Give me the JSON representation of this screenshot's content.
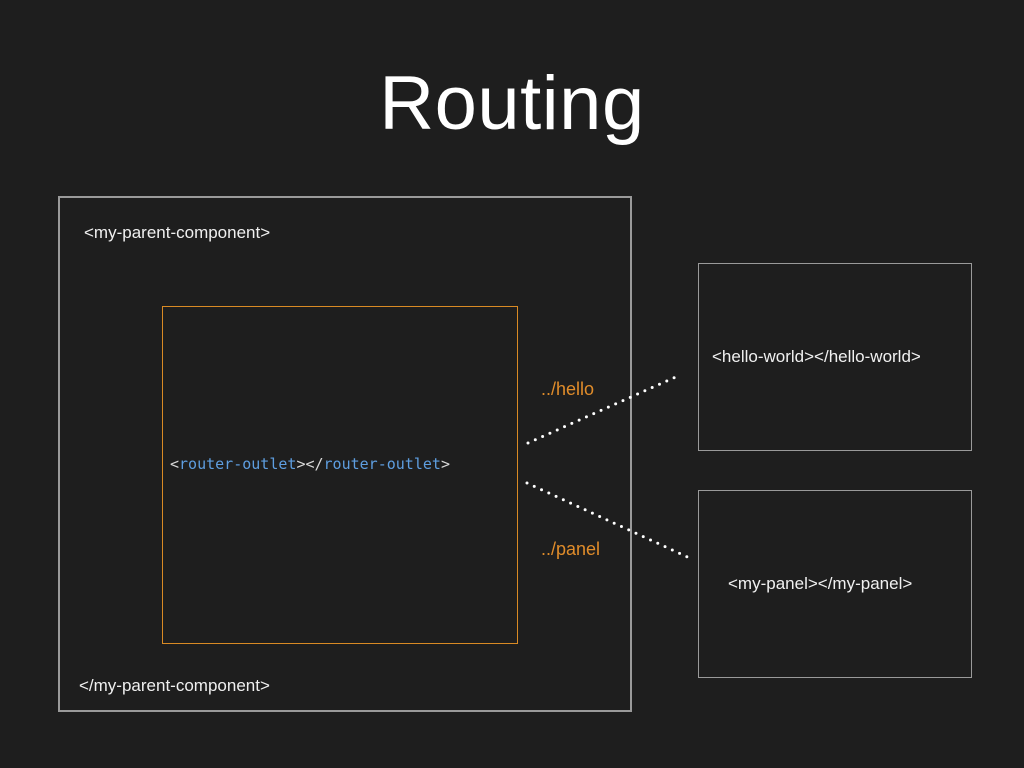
{
  "slide": {
    "title": "Routing"
  },
  "parent_component": {
    "open_tag": "<my-parent-component>",
    "close_tag": "</my-parent-component>"
  },
  "router_outlet": {
    "open_bracket": "<",
    "tag_name": "router-outlet",
    "middle": "></",
    "close_tag_name": "router-outlet",
    "close_bracket": ">"
  },
  "routes": [
    {
      "path": "../hello",
      "target": "<hello-world></hello-world>"
    },
    {
      "path": "../panel",
      "target": "<my-panel></my-panel>"
    }
  ],
  "colors": {
    "background": "#1e1e1e",
    "route_accent": "#e08c2a",
    "outlet_border": "#d98a24",
    "code_tag": "#5e9ee0",
    "box_border": "#9a9a9a",
    "connector": "#ffffff"
  }
}
